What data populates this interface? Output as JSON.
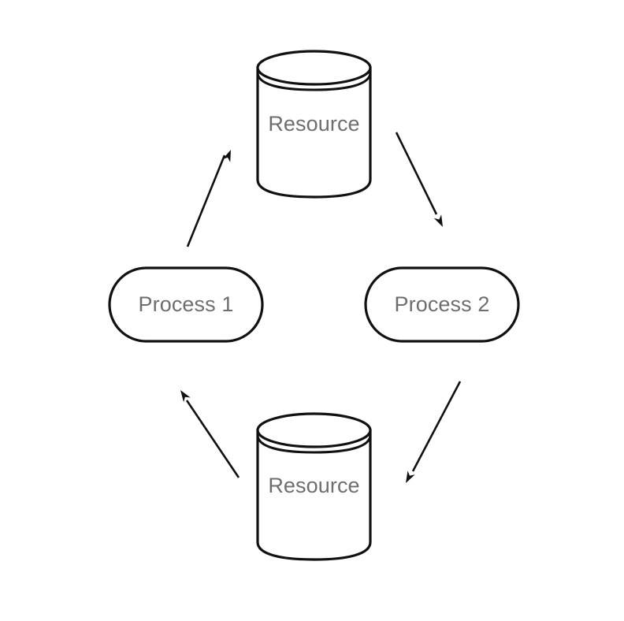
{
  "diagram": {
    "kind": "deadlock-resource-allocation-cycle",
    "background_color": "#ffffff",
    "stroke_color": "#111111",
    "label_color": "#6e6e6e",
    "nodes": [
      {
        "id": "resource-top",
        "label": "Resource",
        "shape": "cylinder",
        "position": "top"
      },
      {
        "id": "process-1",
        "label": "Process 1",
        "shape": "stadium",
        "position": "left"
      },
      {
        "id": "process-2",
        "label": "Process 2",
        "shape": "stadium",
        "position": "right"
      },
      {
        "id": "resource-bottom",
        "label": "Resource",
        "shape": "cylinder",
        "position": "bottom"
      }
    ],
    "edges": [
      {
        "id": "edge-process1-to-resource-top",
        "from": "process-1",
        "to": "resource-top",
        "label": "",
        "arrowhead": "filled-triangle"
      },
      {
        "id": "edge-resource-top-to-process2",
        "from": "resource-top",
        "to": "process-2",
        "label": "",
        "arrowhead": "filled-triangle"
      },
      {
        "id": "edge-process2-to-resource-bottom",
        "from": "process-2",
        "to": "resource-bottom",
        "label": "",
        "arrowhead": "filled-triangle"
      },
      {
        "id": "edge-resource-bottom-to-process1",
        "from": "resource-bottom",
        "to": "process-1",
        "label": "",
        "arrowhead": "filled-triangle"
      }
    ]
  }
}
